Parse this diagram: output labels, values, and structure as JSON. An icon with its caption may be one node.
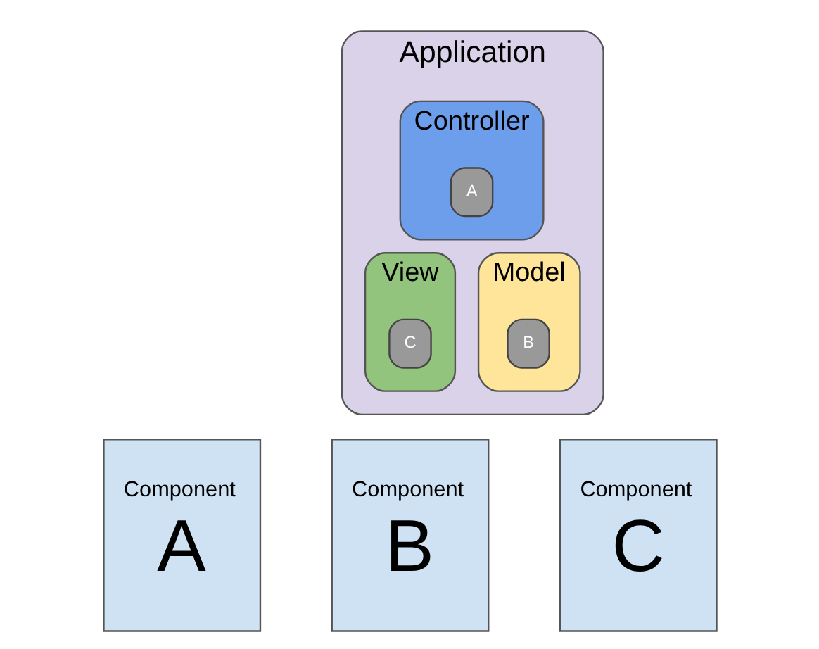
{
  "diagram": {
    "nodes": [
      {
        "text": [
          "Application"
        ]
      },
      {
        "text": [
          "Controller"
        ],
        "in": 0
      },
      {
        "text": [
          "A"
        ],
        "in": 1
      },
      {
        "text": [
          "View"
        ],
        "in": 0
      },
      {
        "text": [
          "C"
        ],
        "in": 3
      },
      {
        "text": [
          "Model"
        ],
        "in": 0
      },
      {
        "text": [
          "B"
        ],
        "in": 5
      },
      {
        "text": [
          "Component",
          "A"
        ]
      },
      {
        "text": [
          "Component",
          "B"
        ]
      },
      {
        "text": [
          "Component",
          "C"
        ]
      }
    ]
  }
}
